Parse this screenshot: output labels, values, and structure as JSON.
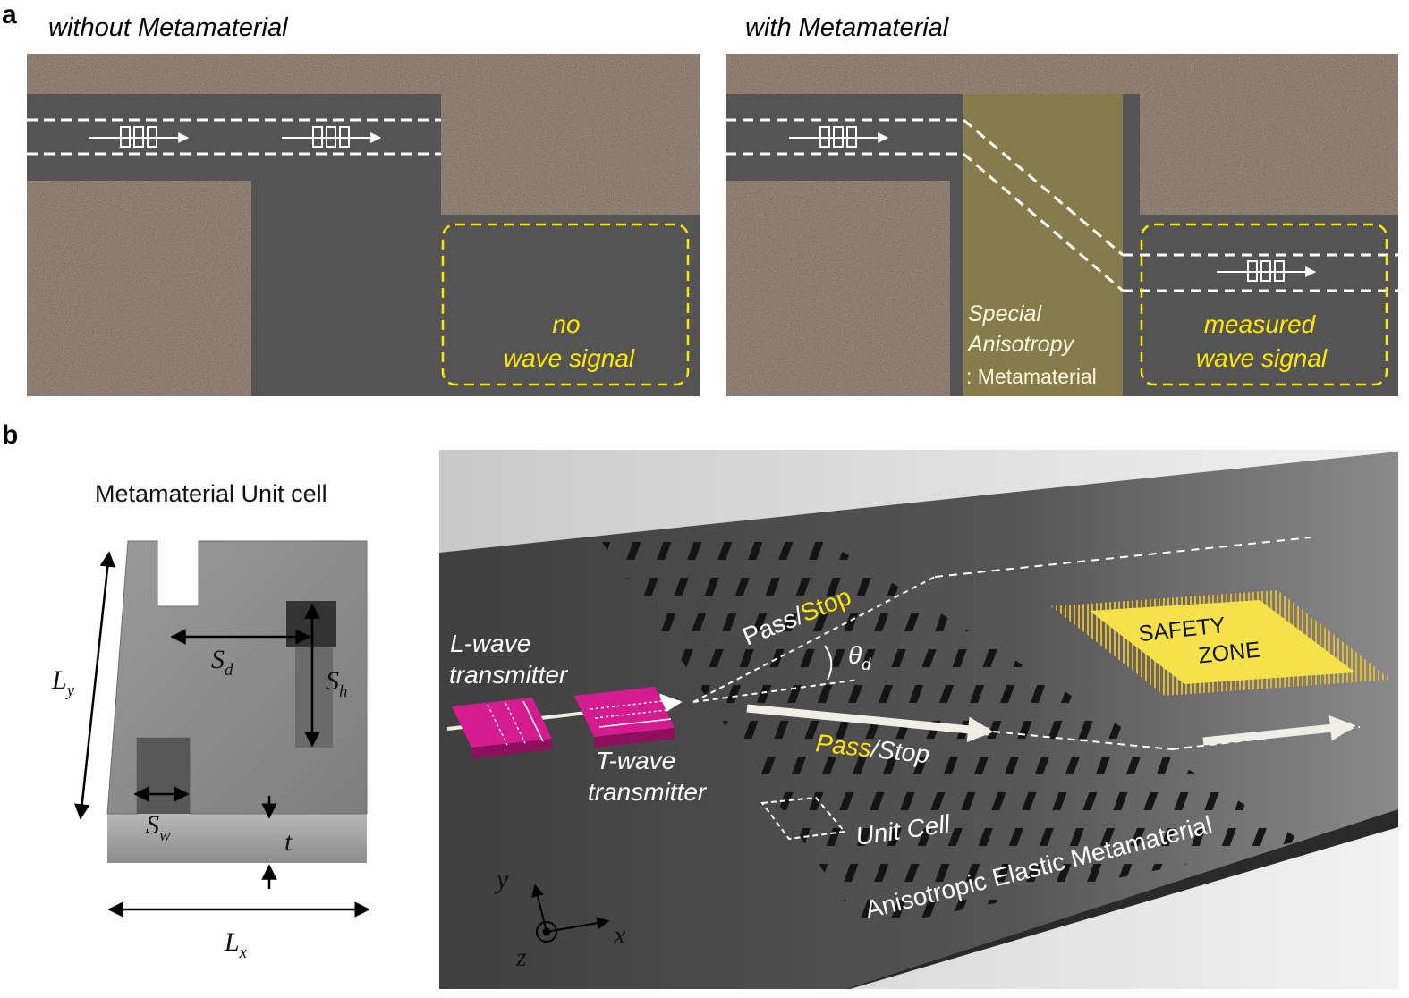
{
  "panel_a": {
    "letter": "a",
    "left_title": "without Metamaterial",
    "right_title": "with Metamaterial",
    "left_box_label_1": "no",
    "left_box_label_2": "wave signal",
    "right_box_label_1": "measured",
    "right_box_label_2": "wave signal",
    "meta_label_1": "Special",
    "meta_label_2": "Anisotropy",
    "meta_label_3": ": Metamaterial"
  },
  "panel_b": {
    "letter": "b",
    "unit_cell_title": "Metamaterial  Unit cell",
    "dims": {
      "Ly": {
        "main": "L",
        "sub": "y"
      },
      "Lx": {
        "main": "L",
        "sub": "x"
      },
      "Sd": {
        "main": "S",
        "sub": "d"
      },
      "Sh": {
        "main": "S",
        "sub": "h"
      },
      "Sw": {
        "main": "S",
        "sub": "w"
      },
      "t": "t"
    },
    "l_wave_1": "L-wave",
    "l_wave_2": "transmitter",
    "t_wave_1": "T-wave",
    "t_wave_2": "transmitter",
    "pass_upper": "Pass",
    "stop_upper": "Stop",
    "pass_lower": "Pass",
    "stop_lower": "Stop",
    "slash": "/",
    "theta": {
      "main": "θ",
      "sub": "d"
    },
    "unit_cell_label": "Unit Cell",
    "metamaterial_label": "Anisotropic Elastic Metamaterial",
    "safety_1": "SAFETY",
    "safety_2": "ZONE",
    "axis_x": "x",
    "axis_y": "y",
    "axis_z": "z"
  },
  "colors": {
    "road": "#545454",
    "gravel": "#a08f81",
    "metamaterial": "#867b4b",
    "dashed_box": "#ffe800",
    "magenta": "#d41b8f",
    "safety": "#f5e24a",
    "plate": "#4a4a4a"
  }
}
